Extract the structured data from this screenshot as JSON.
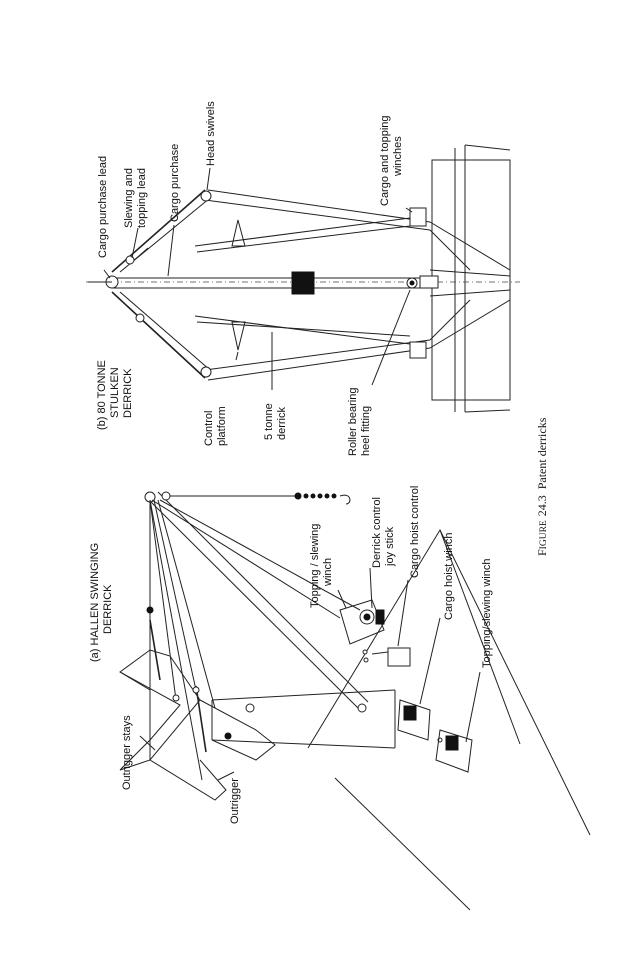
{
  "figure": {
    "caption_prefix": "F",
    "caption_smallcaps": "IGURE",
    "caption_number": "24.3",
    "caption_title": "Patent derricks"
  },
  "hallen": {
    "title_line1": "(a) HALLEN SWINGING",
    "title_line2": "DERRICK",
    "labels": {
      "outrigger_stays": "Outrigger stays",
      "outrigger": "Outrigger",
      "topping_slewing_winch_1": "Topping / slewing",
      "topping_slewing_winch_2": "winch",
      "derrick_control_1": "Derrick control",
      "derrick_control_2": "joy stick",
      "cargo_hoist_control": "Cargo hoist control",
      "cargo_hoist_winch": "Cargo hoist winch",
      "topping_slewing_winch_lower": "Topping/slewing winch"
    }
  },
  "stulken": {
    "title_line1": "(b) 80 TONNE",
    "title_line2": "STULKEN",
    "title_line3": "DERRICK",
    "labels": {
      "cargo_purchase_lead": "Cargo purchase lead",
      "slewing_topping_1": "Slewing and",
      "slewing_topping_2": "topping lead",
      "cargo_purchase": "Cargo purchase",
      "head_swivels": "Head swivels",
      "cargo_topping_winches_1": "Cargo and topping",
      "cargo_topping_winches_2": "winches",
      "control_platform_1": "Control",
      "control_platform_2": "platform",
      "five_tonne_derrick_1": "5 tonne",
      "five_tonne_derrick_2": "derrick",
      "roller_bearing_1": "Roller bearing",
      "roller_bearing_2": "heel fitting"
    }
  }
}
